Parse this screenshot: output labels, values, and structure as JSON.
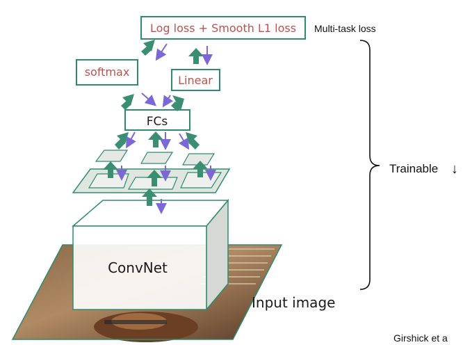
{
  "labels": {
    "loss_box": "Log loss + Smooth L1 loss",
    "multitask": "Multi-task loss",
    "softmax": "softmax",
    "linear": "Linear",
    "fcs": "FCs",
    "convnet": "ConvNet",
    "input_image": "Input image",
    "trainable": "Trainable",
    "trainable_arrow": "↓",
    "citation": "Girshick et a"
  },
  "colors": {
    "box_border": "#2e8b6e",
    "red_text": "#c0504d",
    "green_arrow": "#3a8f72",
    "purple_arrow": "#7b68d6",
    "pool_fill": "#e9ece9",
    "cube_side": "#cfd2cf"
  }
}
